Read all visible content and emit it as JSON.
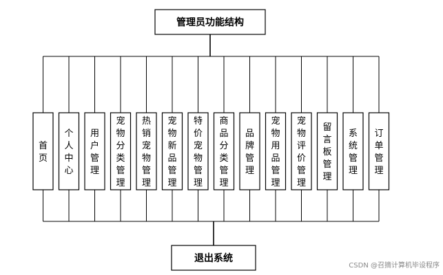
{
  "diagram": {
    "root": "管理员功能结构",
    "exit": "退出系统",
    "items": [
      "首页",
      "个人中心",
      "用户管理",
      "宠物分类管理",
      "热销宠物管理",
      "宠物新品管理",
      "特价宠物管理",
      "商品分类管理",
      "品牌管理",
      "宠物用品管理",
      "宠物评价管理",
      "留言板管理",
      "系统管理",
      "订单管理"
    ]
  },
  "watermark": "CSDN @召摘计算机毕设程序"
}
